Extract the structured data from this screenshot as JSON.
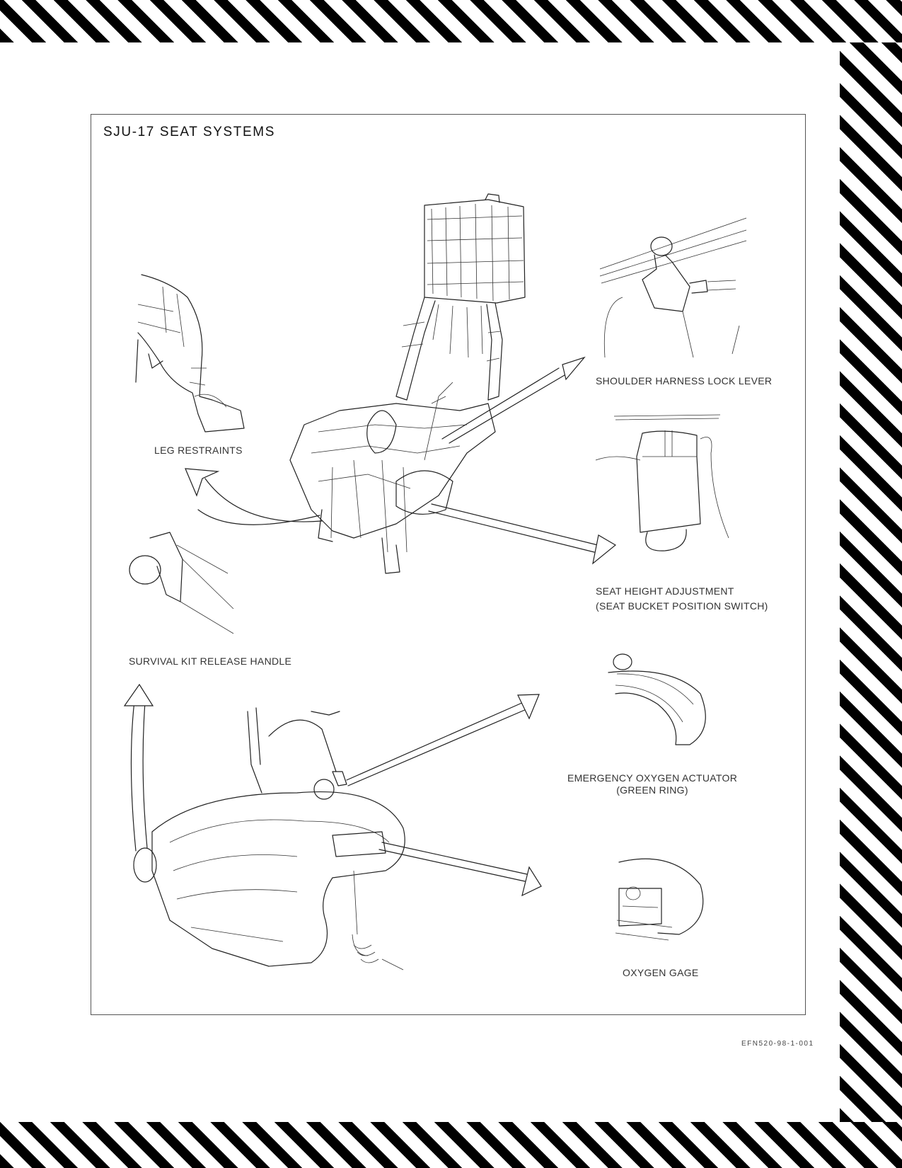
{
  "figure": {
    "title": "SJU-17 SEAT SYSTEMS",
    "labels": {
      "leg_restraints": "LEG RESTRAINTS",
      "shoulder_harness": "SHOULDER HARNESS LOCK LEVER",
      "seat_height_1": "SEAT HEIGHT ADJUSTMENT",
      "seat_height_2": "(SEAT BUCKET POSITION SWITCH)",
      "survival_kit": "SURVIVAL KIT RELEASE HANDLE",
      "emergency_oxygen_1": "EMERGENCY OXYGEN ACTUATOR",
      "emergency_oxygen_2": "(GREEN RING)",
      "oxygen_gage": "OXYGEN GAGE"
    },
    "figure_code": "EFN520-98-1-001"
  },
  "style": {
    "stripe_color": "#000000",
    "line_color": "#222222"
  }
}
